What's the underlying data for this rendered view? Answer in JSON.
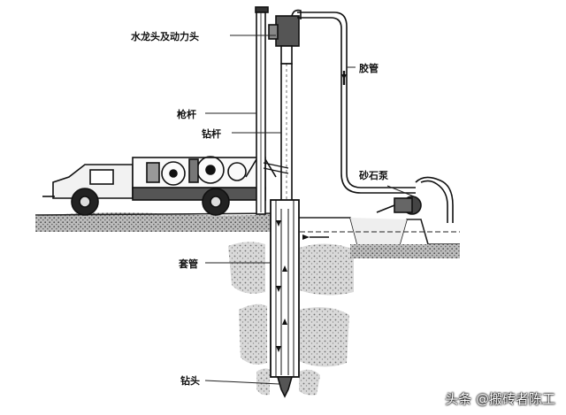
{
  "labels": {
    "swivel_power_head": "水龙头及动力头",
    "gun_rod": "枪杆",
    "drill_rod": "钻杆",
    "hose": "胶管",
    "gravel_pump": "砂石泵",
    "casing": "套管",
    "drill_bit": "钻头"
  },
  "watermark": "头条 @搬砖者陈工",
  "colors": {
    "ink": "#111111",
    "ground": "#8a8a8a",
    "water_line": "#333333"
  }
}
